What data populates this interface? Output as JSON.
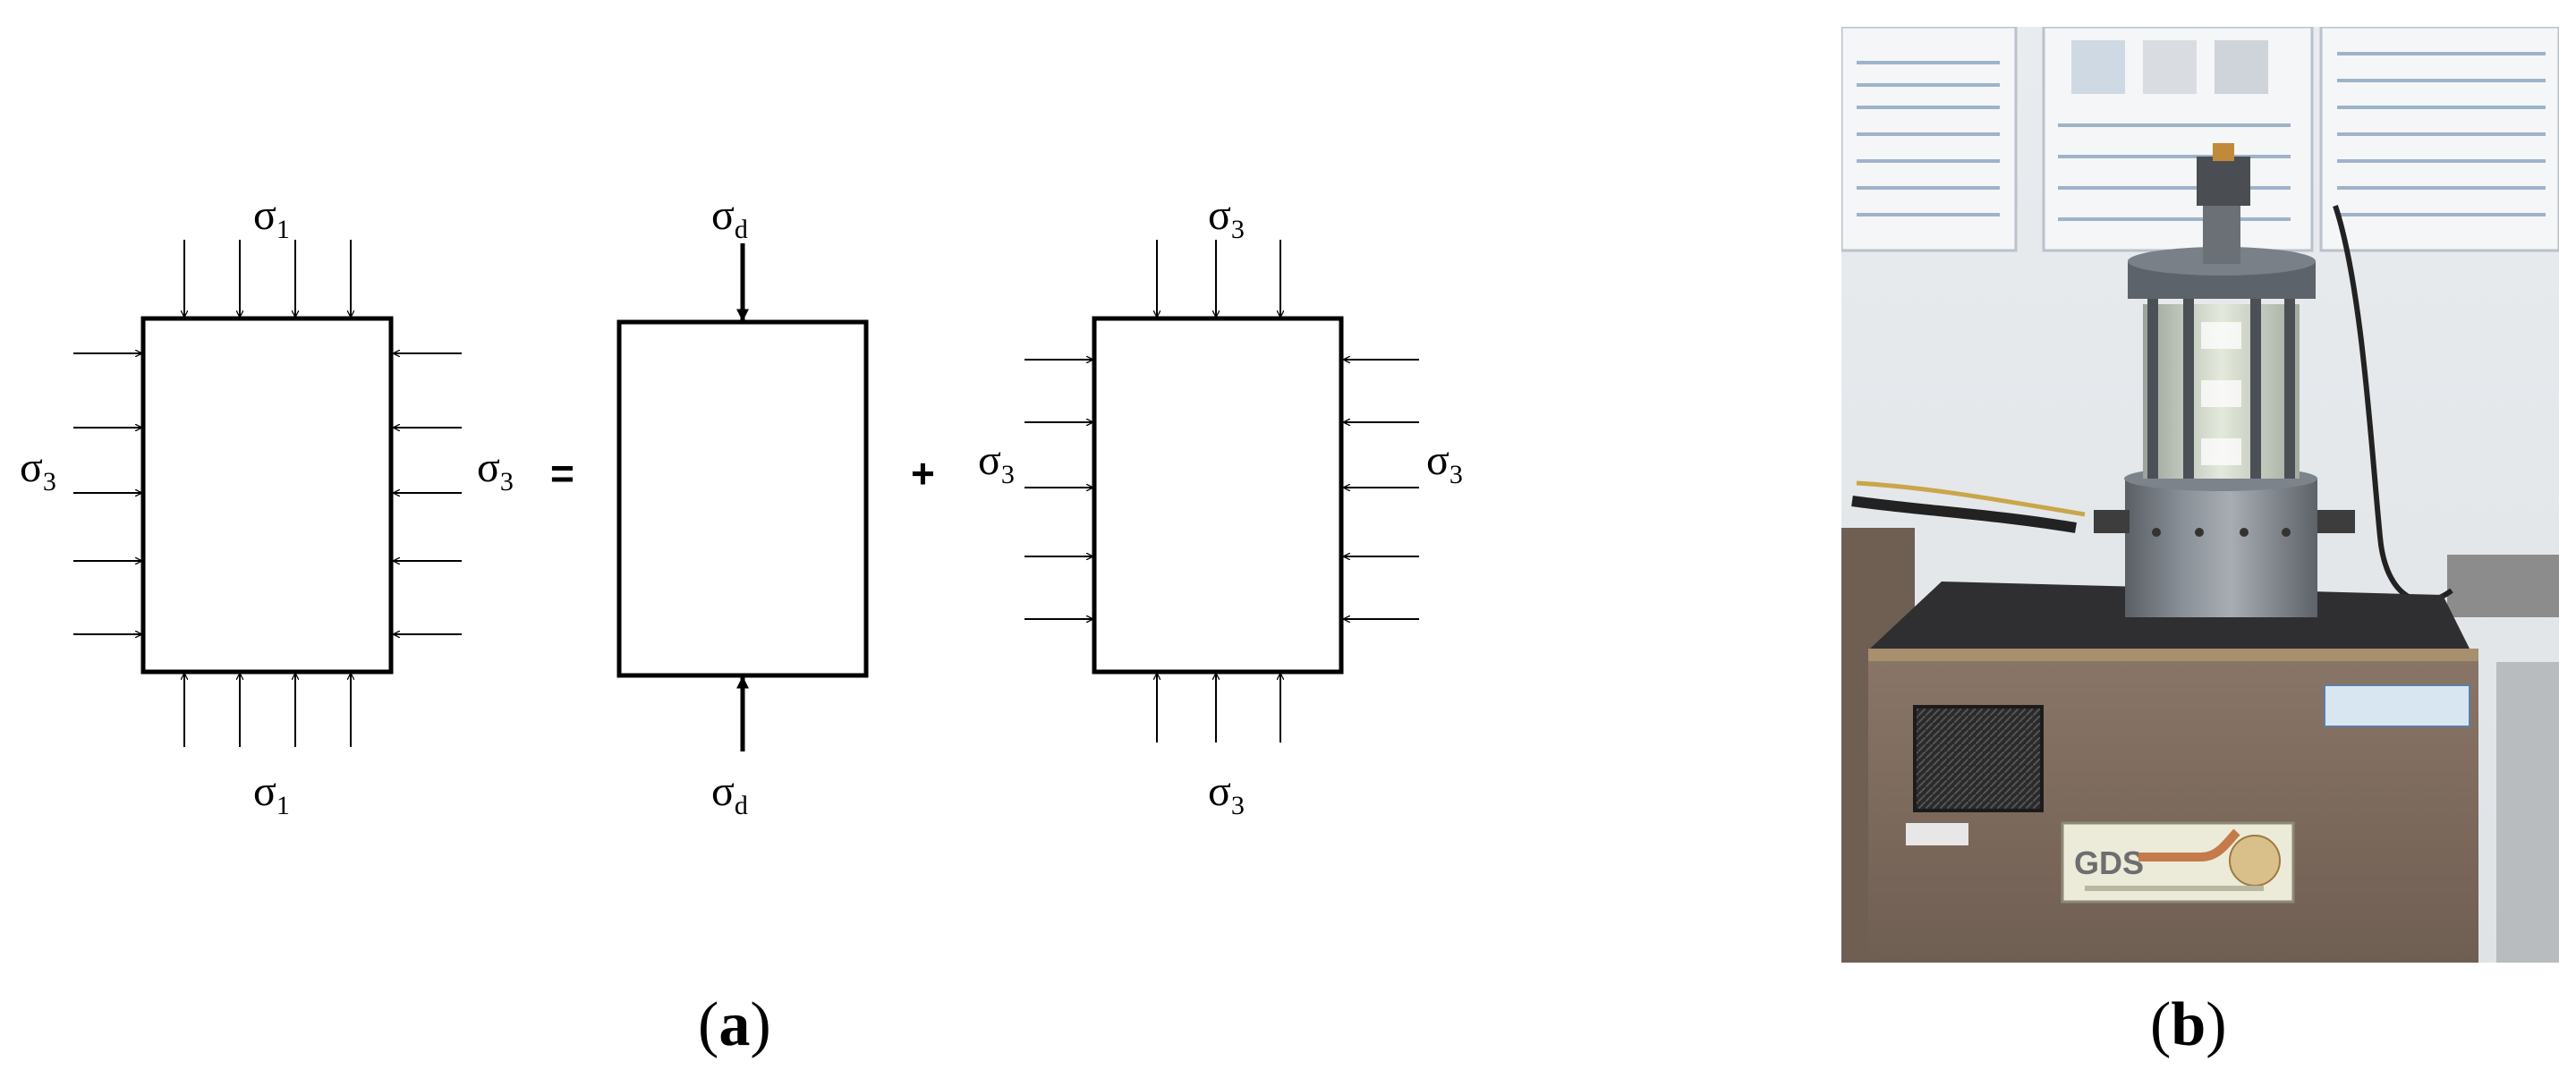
{
  "panel_a": {
    "caption_open": "(",
    "caption_letter": "a",
    "caption_close": ")",
    "sigma": "σ",
    "sub_1": "1",
    "sub_3": "3",
    "sub_d": "d",
    "equals": "=",
    "plus": "+"
  },
  "panel_b": {
    "caption_open": "(",
    "caption_letter": "b",
    "caption_close": ")",
    "sign_logo": "GDS"
  }
}
